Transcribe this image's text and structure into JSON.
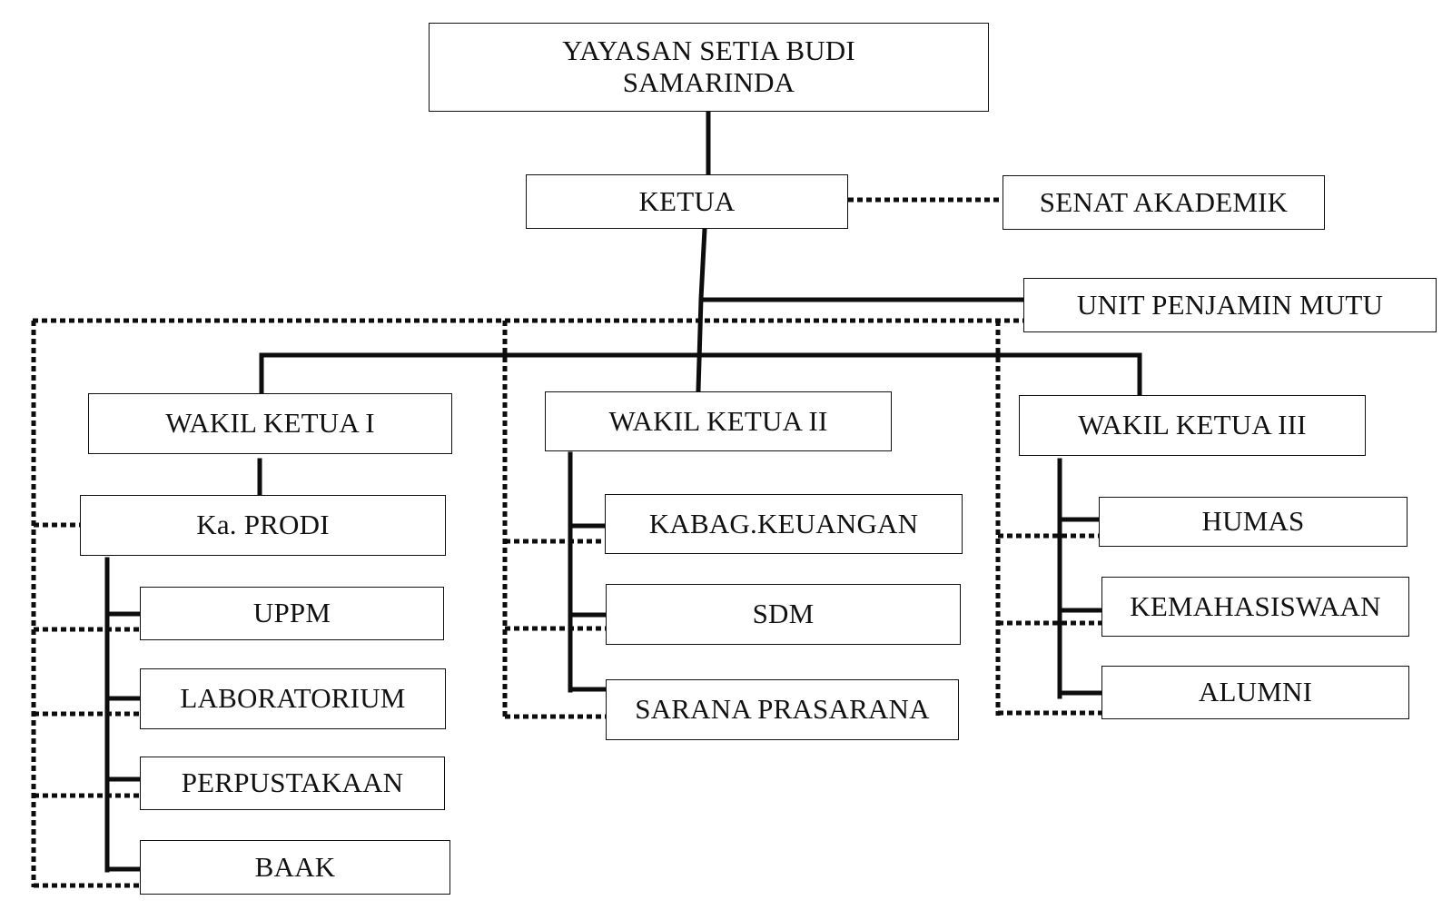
{
  "org_chart": {
    "yayasan": {
      "line1": "YAYASAN SETIA BUDI",
      "line2": "SAMARINDA"
    },
    "ketua": "KETUA",
    "senat_akademik": "SENAT AKADEMIK",
    "unit_penjamin_mutu": "UNIT PENJAMIN MUTU",
    "wakil_ketua_1": {
      "title": "WAKIL KETUA I",
      "ka_prodi": "Ka. PRODI",
      "units": [
        "UPPM",
        "LABORATORIUM",
        "PERPUSTAKAAN",
        "BAAK"
      ]
    },
    "wakil_ketua_2": {
      "title": "WAKIL KETUA II",
      "units": [
        "KABAG.KEUANGAN",
        "SDM",
        "SARANA PRASARANA"
      ]
    },
    "wakil_ketua_3": {
      "title": "WAKIL KETUA III",
      "units": [
        "HUMAS",
        "KEMAHASISWAAN",
        "ALUMNI"
      ]
    }
  },
  "line_styles": {
    "command_line": "solid",
    "coordination_line": "dotted",
    "line_color": "#0d0d0d"
  }
}
